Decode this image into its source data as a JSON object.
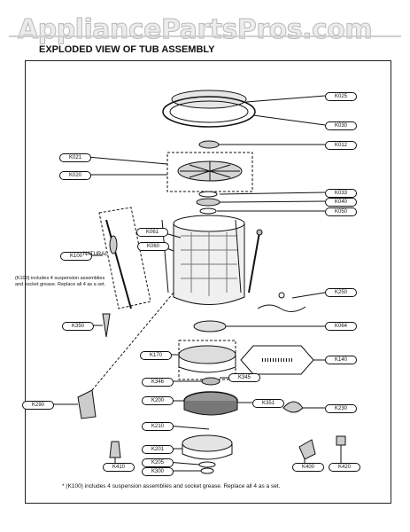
{
  "watermark": "AppliancePartsPros.com",
  "title": "EXPLODED VIEW OF TUB ASSEMBLY",
  "labels": {
    "K025": "K025",
    "K030": "K030",
    "K012": "K012",
    "K021": "K021",
    "K020": "K020",
    "K033": "K033",
    "K040": "K040",
    "K050": "K050",
    "K061": "K061",
    "K060": "K060",
    "K100": "K100",
    "K250": "K250",
    "K064": "K064",
    "K350": "K350",
    "K170": "K170",
    "K140": "K140",
    "K346": "K346",
    "K345": "K345",
    "K290": "K290",
    "K200": "K200",
    "K351": "K351",
    "K230": "K230",
    "K210": "K210",
    "K201": "K201",
    "K205": "K205",
    "K300": "K300",
    "K410": "K410",
    "K400": "K400",
    "K420": "K420"
  },
  "natural_label": "NATURAL",
  "side_note": "(K100) includes 4 suspension assemblies and socket grease. Replace all 4 as a set.",
  "footer_note": "* (K100) includes 4 suspension assemblies and socket grease. Replace all 4 as a set."
}
